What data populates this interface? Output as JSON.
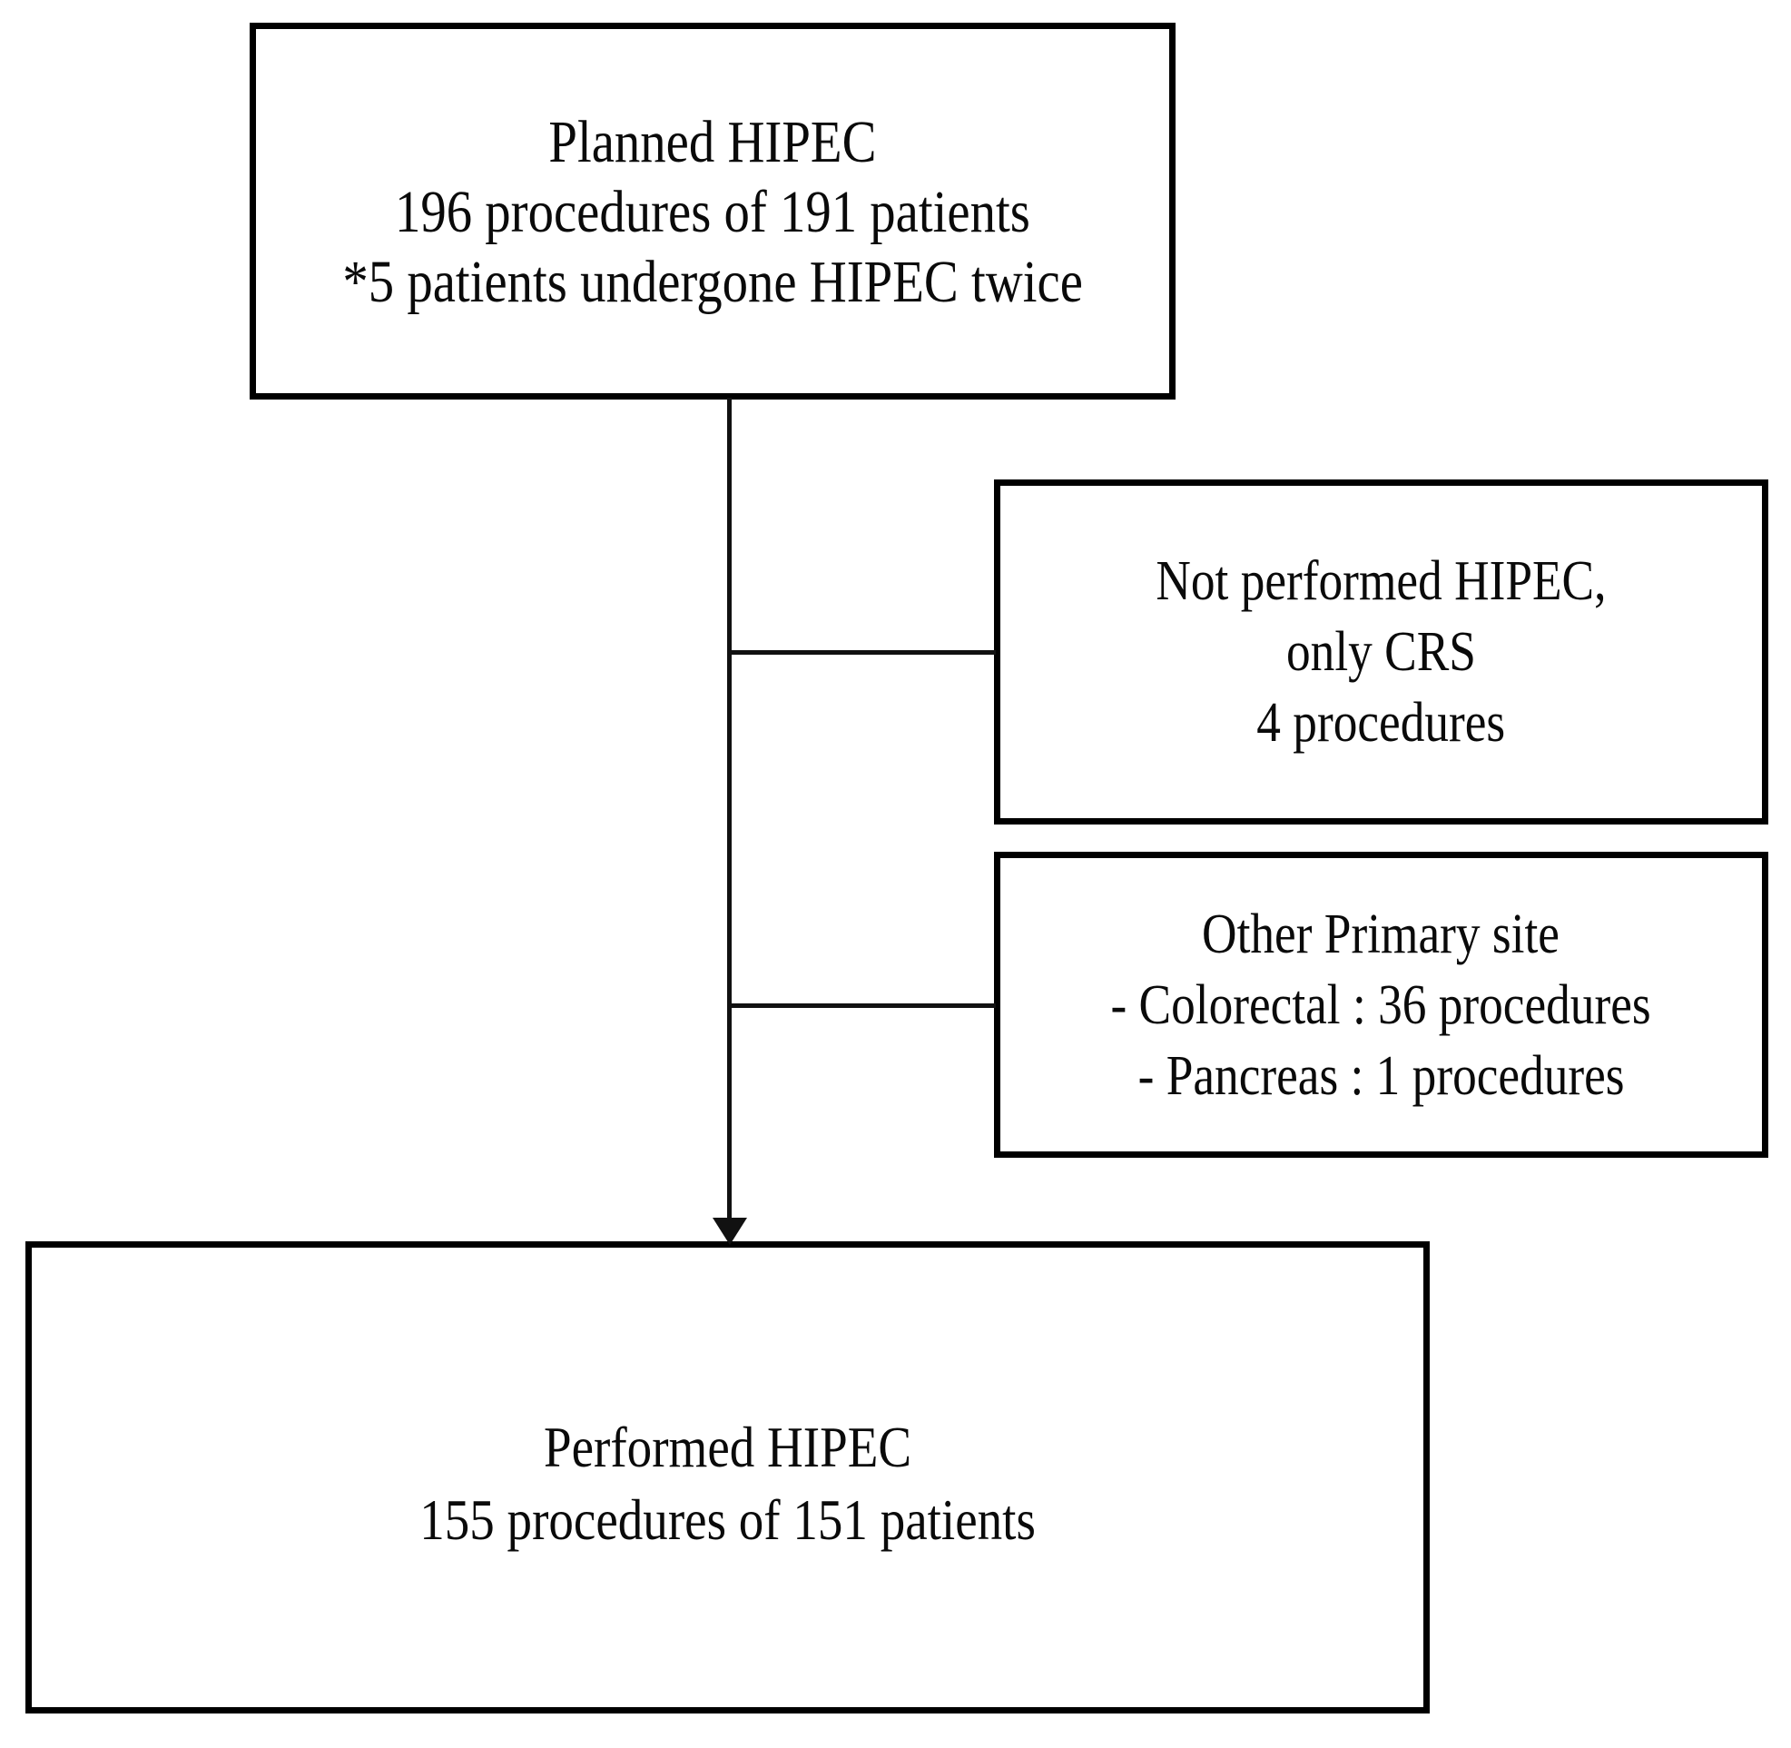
{
  "diagram": {
    "title": "HIPEC patient flow diagram",
    "type": "flowchart",
    "background_color": "#ffffff",
    "line_color": "#111111",
    "text_color": "#0a0a0a",
    "nodes": [
      {
        "id": "planned",
        "name": "planned-hipec",
        "lines": [
          "Planned HIPEC",
          "196 procedures of 191 patients",
          "*5 patients undergone HIPEC twice"
        ]
      },
      {
        "id": "not_performed",
        "name": "not-performed-hipec",
        "lines": [
          "Not performed HIPEC,",
          "only CRS",
          "4 procedures"
        ]
      },
      {
        "id": "other_primary",
        "name": "other-primary-site",
        "lines": [
          "Other Primary site",
          "- Colorectal : 36 procedures",
          "- Pancreas : 1 procedures"
        ]
      },
      {
        "id": "performed",
        "name": "performed-hipec",
        "lines": [
          "Performed HIPEC",
          "155 procedures of 151 patients"
        ]
      }
    ],
    "connectors": [
      {
        "name": "spine",
        "from": "planned",
        "to": "performed",
        "arrow": "down"
      },
      {
        "name": "branch-1",
        "from": "planned",
        "to": "not_performed",
        "arrow": "none"
      },
      {
        "name": "branch-2",
        "from": "planned",
        "to": "other_primary",
        "arrow": "none"
      }
    ]
  }
}
